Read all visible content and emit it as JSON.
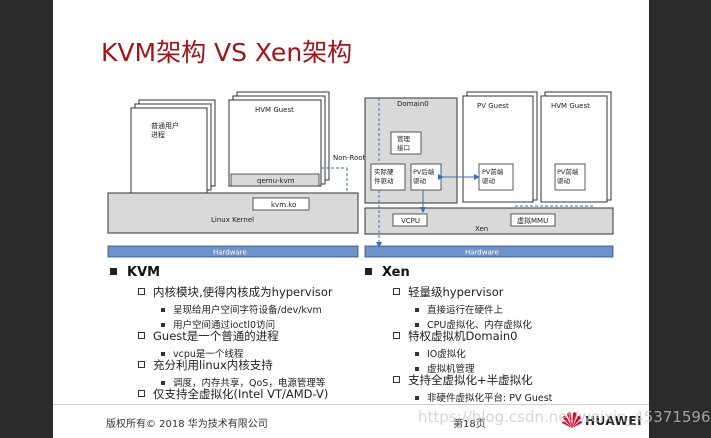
{
  "title": "KVM架构 VS Xen架构",
  "diagram": {
    "kvm": {
      "user_process": "普通用户\n进程",
      "hvm_guest": "HVM Guest",
      "qemu_kvm": "qemu-kvm",
      "non_root": "Non-Root",
      "linux_kernel": "Linux Kernel",
      "kvm_ko": "kvm.ko",
      "hardware": "Hardware"
    },
    "xen": {
      "domain0": "Domain0",
      "mgmt_if": "管理\n接口",
      "real_driver": "实际硬\n件驱动",
      "pv_backend": "PV后端\n驱动",
      "pv_guest": "PV Guest",
      "pv_frontend_1": "PV前端\n驱动",
      "hvm_guest": "HVM Guest",
      "pv_frontend_2": "PV前端\n驱动",
      "vcpu": "VCPU",
      "xen": "Xen",
      "vmmu": "虚拟MMU",
      "hardware": "Hardware"
    }
  },
  "kvm_section": {
    "heading": "KVM",
    "items": [
      {
        "text": "内核模块,使得内核成为hypervisor",
        "sub": [
          "呈现给用户空间字符设备/dev/kvm",
          "用户空间通过ioctl0访问"
        ]
      },
      {
        "text": "Guest是一个普通的进程",
        "sub": [
          "vcpu是一个线程"
        ]
      },
      {
        "text": "充分利用linux内核支持",
        "sub": [
          "调度，内存共享，QoS，电源管理等"
        ]
      },
      {
        "text": "仅支持全虚拟化(Intel VT/AMD-V)",
        "sub": []
      }
    ]
  },
  "xen_section": {
    "heading": "Xen",
    "items": [
      {
        "text": "轻量级hypervisor",
        "sub": [
          "直接运行在硬件上",
          "CPU虚拟化、内存虚拟化"
        ]
      },
      {
        "text": "特权虚拟机Domain0",
        "sub": [
          "IO虚拟化",
          "虚拟机管理"
        ]
      },
      {
        "text": "支持全虚拟化+半虚拟化",
        "sub": [
          "非硬件虚拟化平台: PV Guest"
        ]
      }
    ]
  },
  "footer": {
    "copyright": "版权所有© 2018 华为技术有限公司",
    "page": "第18页",
    "logo": "HUAWEI",
    "watermark": "https://blog.csdn.net/weixin_45371596"
  },
  "colors": {
    "title": "#a0151a",
    "box_gray": "#d9d9d9",
    "hardware_blue": "#6f93c8",
    "arrow_blue": "#3d6fb6"
  }
}
